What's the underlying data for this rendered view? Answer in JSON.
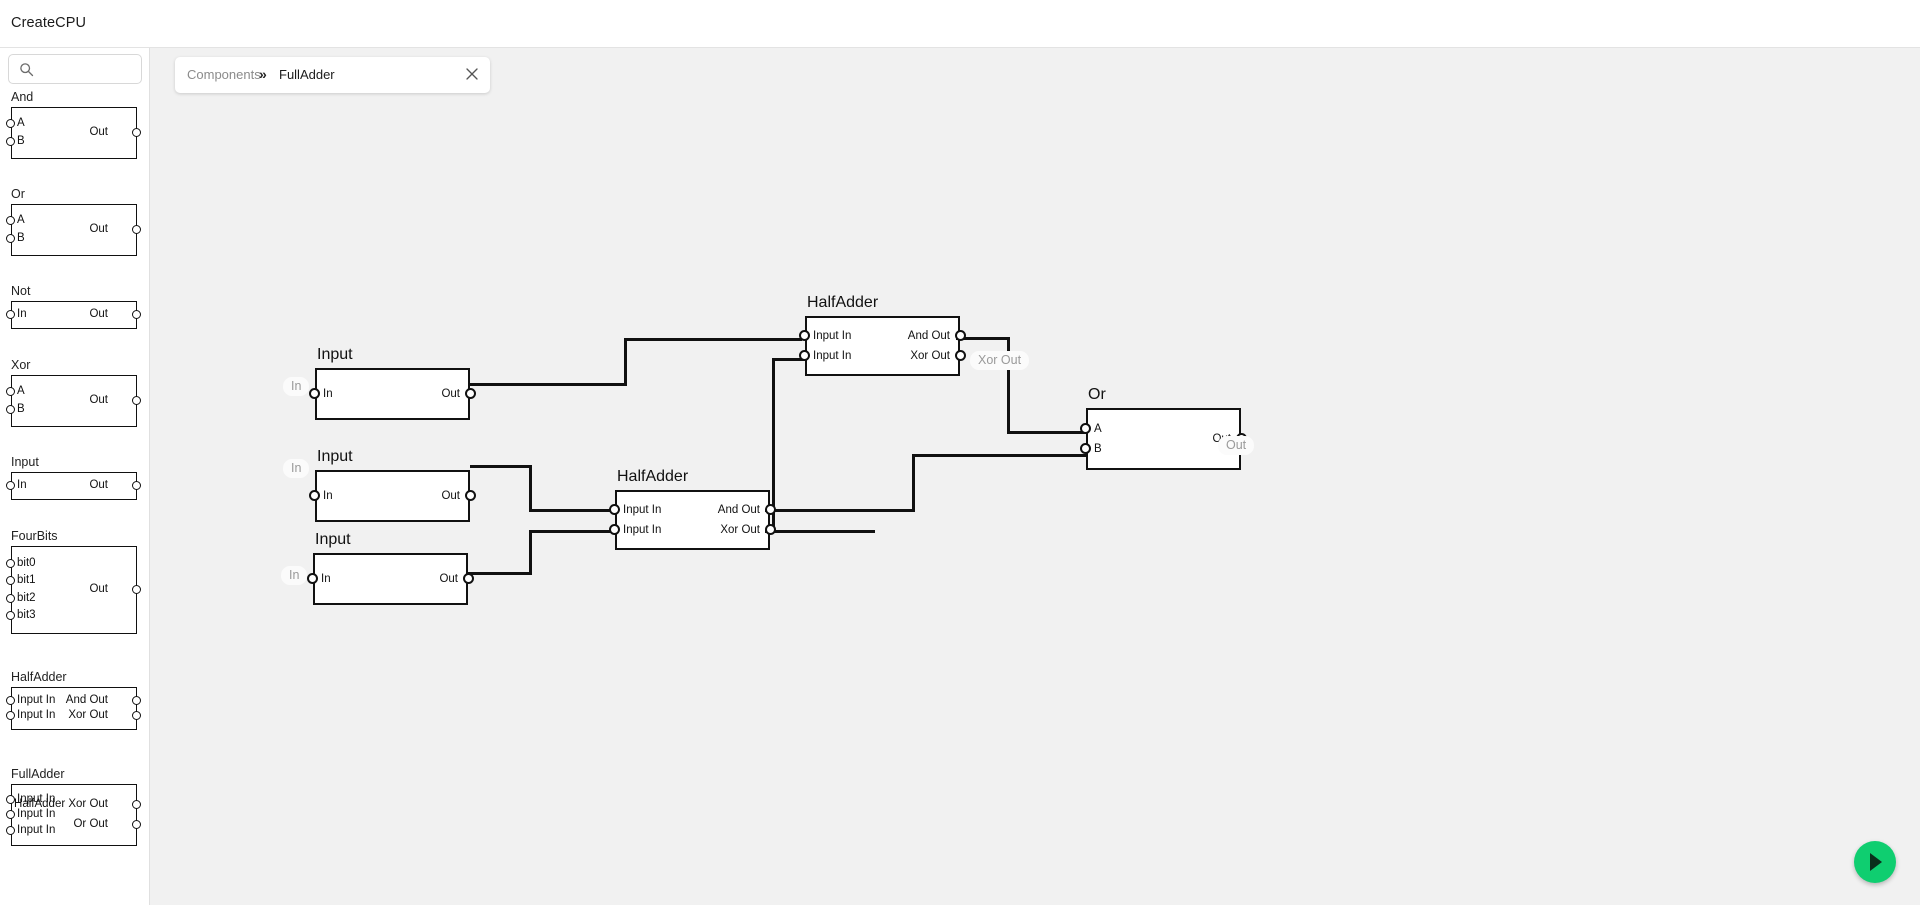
{
  "app": {
    "title": "CreateCPU"
  },
  "search": {
    "value": "",
    "placeholder": "",
    "icon": "search-icon"
  },
  "tab": {
    "breadcrumb_root": "Components",
    "separator": "»",
    "name": "FullAdder",
    "close_icon": "close-icon"
  },
  "palette": {
    "items": [
      {
        "name": "And",
        "inputs": [
          "A",
          "B"
        ],
        "outputs": [
          "Out"
        ]
      },
      {
        "name": "Or",
        "inputs": [
          "A",
          "B"
        ],
        "outputs": [
          "Out"
        ]
      },
      {
        "name": "Not",
        "inputs": [
          "In"
        ],
        "outputs": [
          "Out"
        ]
      },
      {
        "name": "Xor",
        "inputs": [
          "A",
          "B"
        ],
        "outputs": [
          "Out"
        ]
      },
      {
        "name": "Input",
        "inputs": [
          "In"
        ],
        "outputs": [
          "Out"
        ]
      },
      {
        "name": "FourBits",
        "inputs": [
          "bit0",
          "bit1",
          "bit2",
          "bit3"
        ],
        "outputs": [
          "Out"
        ]
      },
      {
        "name": "HalfAdder",
        "inputs": [
          "Input In",
          "Input In"
        ],
        "outputs": [
          "And Out",
          "Xor Out"
        ]
      },
      {
        "name": "FullAdder",
        "inputs": [
          "Input In",
          "Input In",
          "Input In"
        ],
        "outputs": [
          "HalfAdder Xor Out",
          "Or Out"
        ]
      }
    ]
  },
  "canvas": {
    "background": "#f1f1f1",
    "chips": [
      {
        "id": "input-1",
        "title": "Input",
        "inputs": [
          "In"
        ],
        "outputs": [
          "Out"
        ],
        "tooltip_left": "In"
      },
      {
        "id": "input-2",
        "title": "Input",
        "inputs": [
          "In"
        ],
        "outputs": [
          "Out"
        ],
        "tooltip_left": "In"
      },
      {
        "id": "input-3",
        "title": "Input",
        "inputs": [
          "In"
        ],
        "outputs": [
          "Out"
        ],
        "tooltip_left": "In"
      },
      {
        "id": "halfadder-top",
        "title": "HalfAdder",
        "inputs": [
          "Input In",
          "Input In"
        ],
        "outputs": [
          "And Out",
          "Xor Out"
        ],
        "tooltip_right": "Xor Out"
      },
      {
        "id": "halfadder-bottom",
        "title": "HalfAdder",
        "inputs": [
          "Input In",
          "Input In"
        ],
        "outputs": [
          "And Out",
          "Xor Out"
        ]
      },
      {
        "id": "or-gate",
        "title": "Or",
        "inputs": [
          "A",
          "B"
        ],
        "outputs": [
          "Out"
        ],
        "tooltip_right": "Out"
      }
    ]
  },
  "run_button": {
    "icon": "play-icon",
    "color": "#0fce70"
  }
}
